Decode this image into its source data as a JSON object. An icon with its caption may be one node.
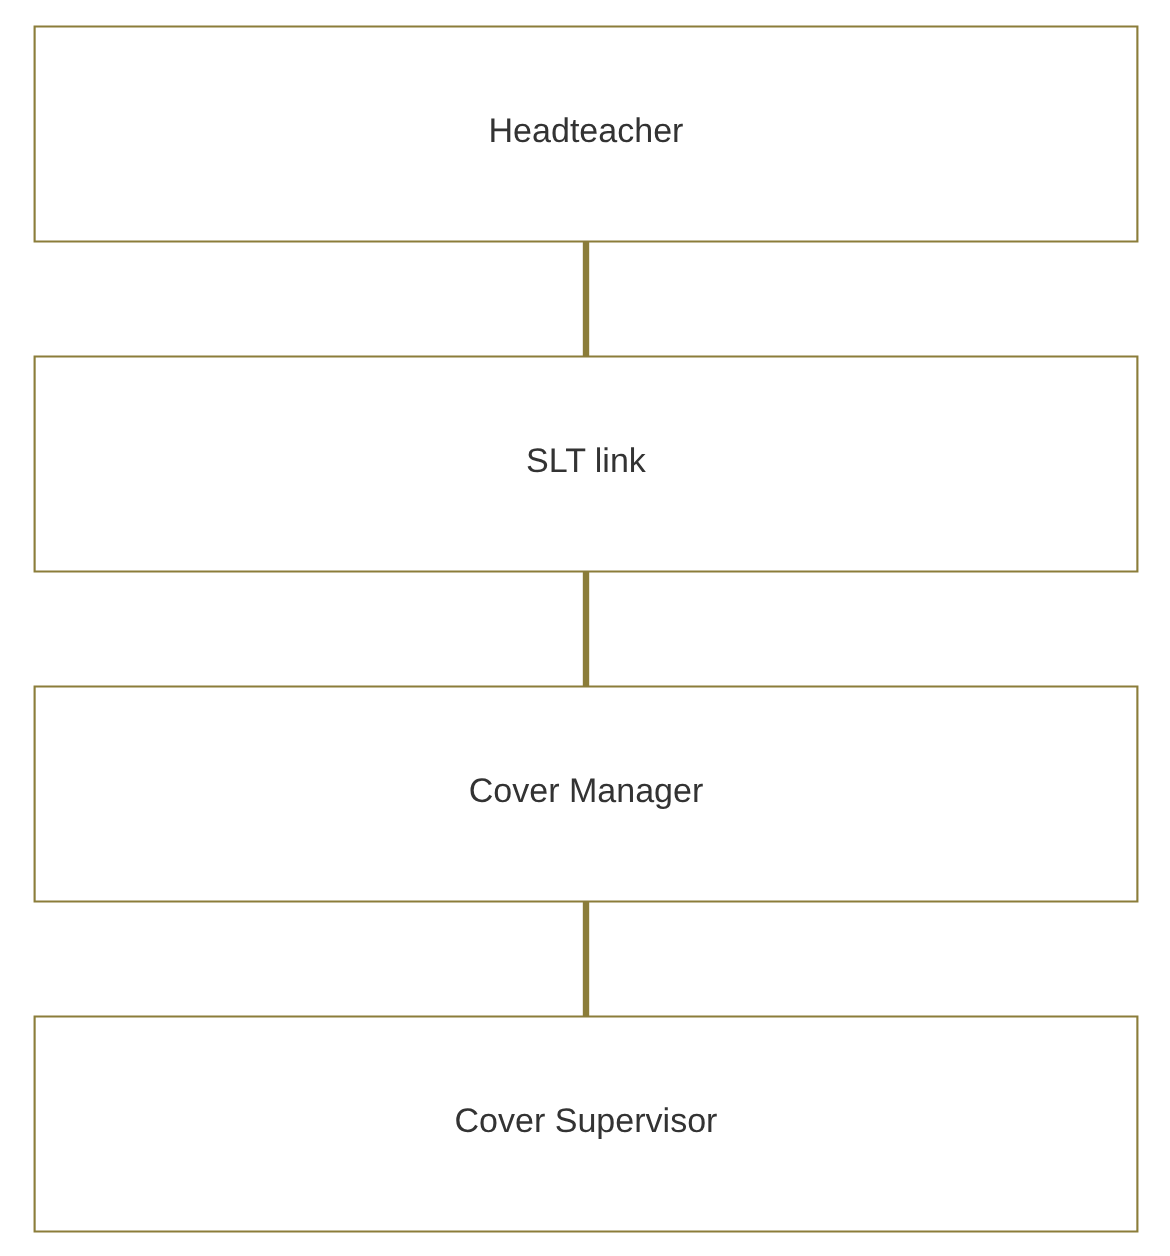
{
  "diagram": {
    "nodes": [
      {
        "text": [
          "Headteacher"
        ]
      },
      {
        "text": [
          "SLT link"
        ]
      },
      {
        "text": [
          "Cover Manager"
        ]
      },
      {
        "text": [
          "Cover Supervisor"
        ]
      }
    ],
    "edges": [
      {
        "from": 0,
        "to": 1,
        "arrow": "none"
      },
      {
        "from": 1,
        "to": 2,
        "arrow": "none"
      },
      {
        "from": 2,
        "to": 3,
        "arrow": "none"
      }
    ]
  }
}
